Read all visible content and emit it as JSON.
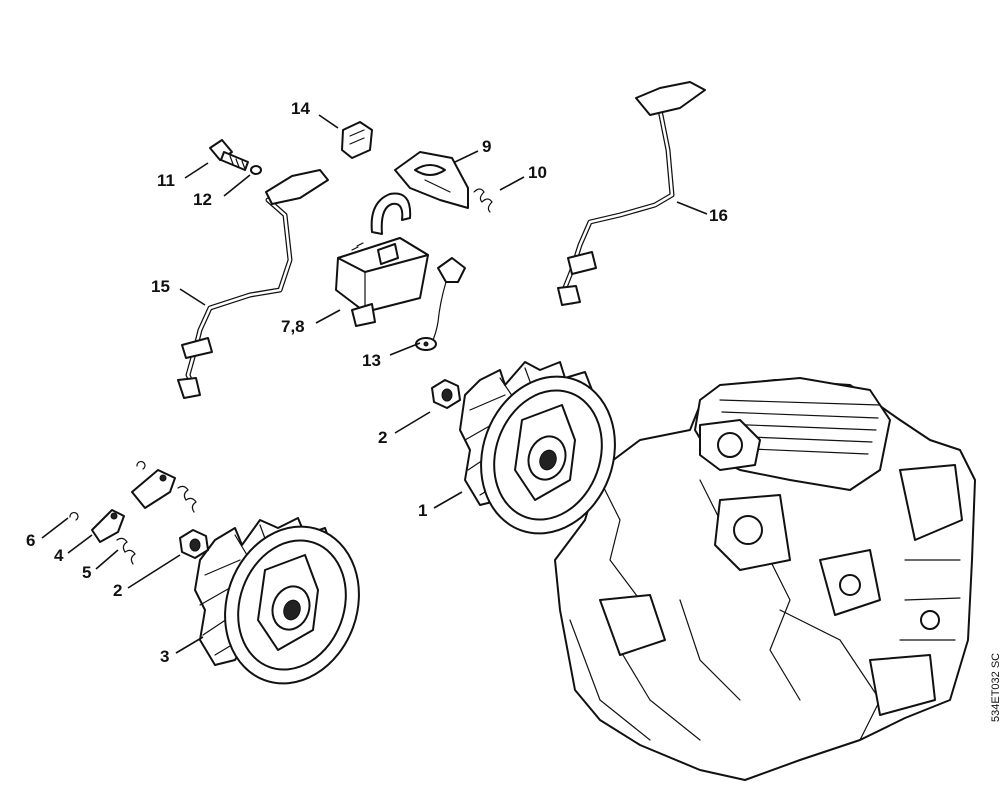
{
  "diagram": {
    "document_code": "534ET032 SC",
    "callouts": [
      {
        "id": "c1",
        "label": "1"
      },
      {
        "id": "c2a",
        "label": "2"
      },
      {
        "id": "c2b",
        "label": "2"
      },
      {
        "id": "c3",
        "label": "3"
      },
      {
        "id": "c4",
        "label": "4"
      },
      {
        "id": "c5",
        "label": "5"
      },
      {
        "id": "c6",
        "label": "6"
      },
      {
        "id": "c78",
        "label": "7,8"
      },
      {
        "id": "c9",
        "label": "9"
      },
      {
        "id": "c10",
        "label": "10"
      },
      {
        "id": "c11",
        "label": "11"
      },
      {
        "id": "c12",
        "label": "12"
      },
      {
        "id": "c13",
        "label": "13"
      },
      {
        "id": "c14",
        "label": "14"
      },
      {
        "id": "c15",
        "label": "15"
      },
      {
        "id": "c16",
        "label": "16"
      }
    ]
  }
}
